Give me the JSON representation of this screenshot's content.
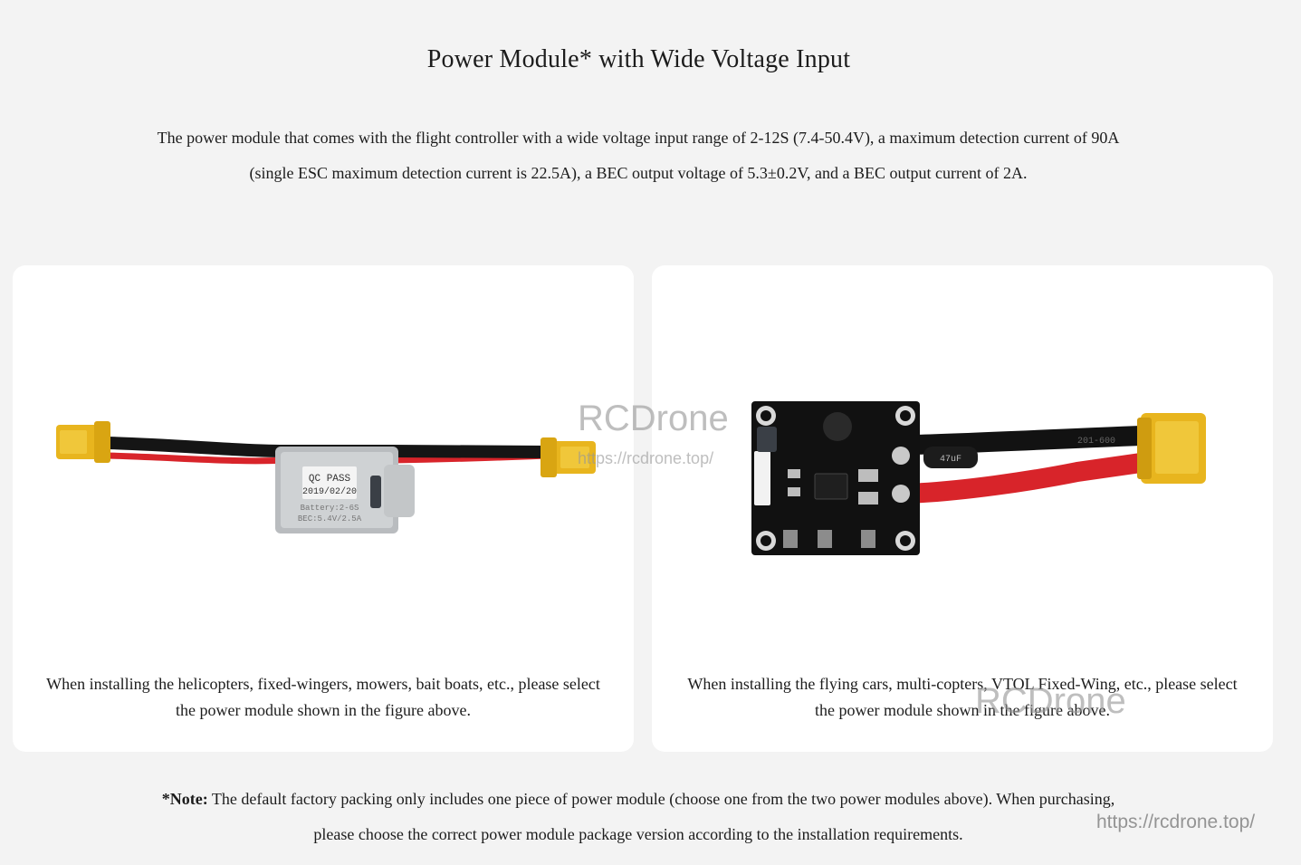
{
  "page": {
    "title": "Power Module* with Wide Voltage Input",
    "intro_line1": "The power module that comes with the flight controller with a wide voltage input range of 2-12S (7.4-50.4V), a maximum detection current of 90A",
    "intro_line2": "(single ESC maximum detection current is 22.5A), a BEC output voltage of 5.3±0.2V, and a BEC output current of 2A."
  },
  "cards": [
    {
      "caption_line1": "When installing the helicopters, fixed-wingers, mowers, bait boats, etc., please select",
      "caption_line2": "the power module shown in the figure above.",
      "label_line1": "QC PASS",
      "label_line2": "2019/02/20",
      "label_line3": "Battery:2-6S",
      "label_line4": "BEC:5.4V/2.5A"
    },
    {
      "caption_line1": "When installing the flying cars, multi-copters, VTOL Fixed-Wing, etc., please select",
      "caption_line2": "the power module shown in the figure above.",
      "cap_text": "47uF",
      "wire_text": "201-600"
    }
  ],
  "note": {
    "prefix": "*Note:",
    "line1": " The default factory packing only includes one piece of power module (choose one from the two power modules above). When purchasing,",
    "line2": "please choose the correct power module package version according to the installation requirements."
  },
  "watermarks": {
    "brand": "RCDrone",
    "url": "https://rcdrone.top/"
  },
  "colors": {
    "background": "#f3f3f3",
    "card": "#ffffff",
    "connector": "#e8b51e",
    "wire_red": "#d8242a",
    "pcb": "#111111"
  }
}
